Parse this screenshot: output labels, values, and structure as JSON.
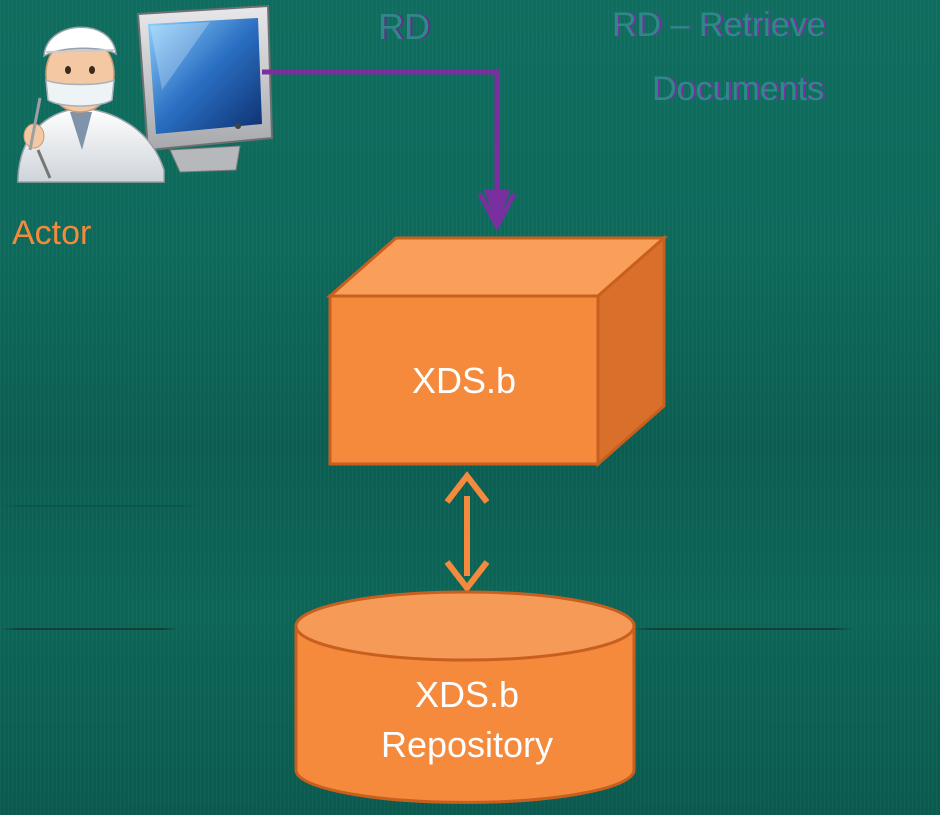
{
  "diagram": {
    "transaction_label": "RD",
    "legend": {
      "line1": "RD – Retrieve",
      "line2": "Documents"
    },
    "actor_label": "Actor",
    "box_label": "XDS.b",
    "repository": {
      "line1": "XDS.b",
      "line2": "Repository"
    }
  },
  "colors": {
    "orange": "#f58a3c",
    "orange_dark": "#c85f1e",
    "purple": "#7a2fa0",
    "teal_text": "#2c8a86"
  },
  "icons": {
    "actor": "doctor-at-computer-icon"
  }
}
